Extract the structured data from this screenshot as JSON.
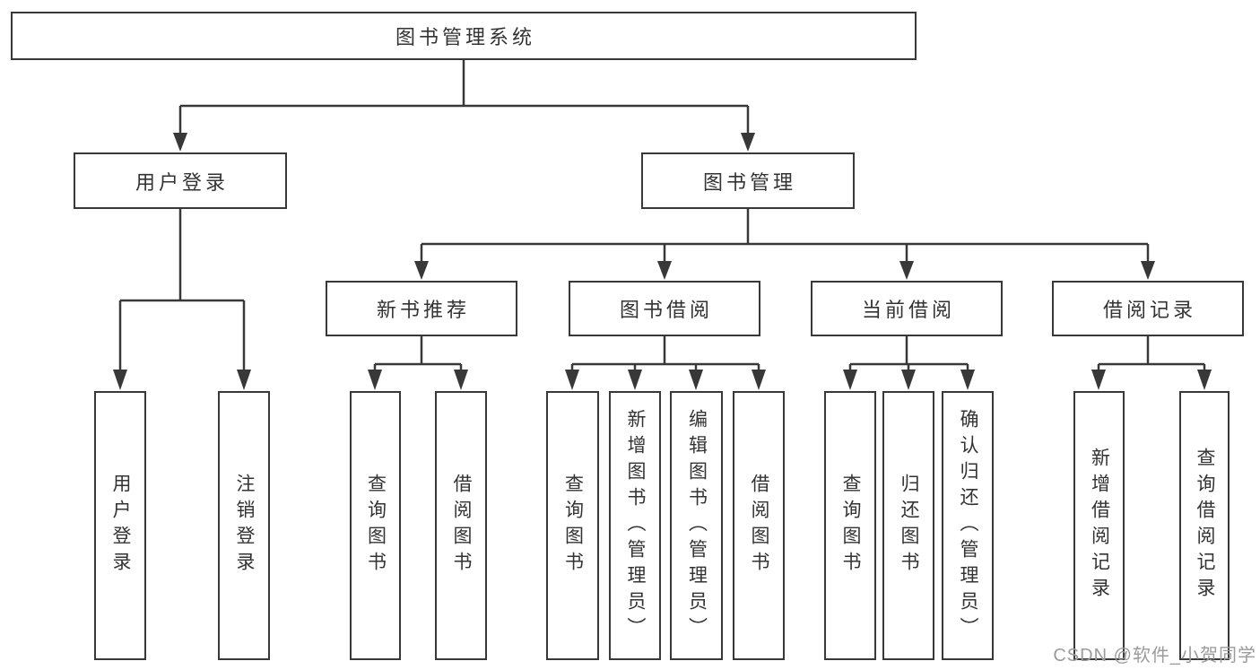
{
  "colors": {
    "line": "#383838",
    "box_border": "#383838",
    "text": "#333333",
    "watermark": "#9b9b9b",
    "background": "#ffffff"
  },
  "watermark": {
    "text": "CSDN @软件_小贺同学"
  },
  "diagram": {
    "root": {
      "label": "图书管理系统"
    },
    "level2": {
      "user_login": {
        "label": "用户登录"
      },
      "book_mgmt": {
        "label": "图书管理"
      }
    },
    "level3": {
      "new_book_rec": {
        "label": "新书推荐"
      },
      "book_borrow": {
        "label": "图书借阅"
      },
      "current_borrow": {
        "label": "当前借阅"
      },
      "borrow_records": {
        "label": "借阅记录"
      }
    },
    "leaves": {
      "user_login": {
        "label": "用户登录"
      },
      "logout": {
        "label": "注销登录"
      },
      "nb_query_books": {
        "label": "查询图书"
      },
      "nb_borrow_books": {
        "label": "借阅图书"
      },
      "bb_query_books": {
        "label": "查询图书"
      },
      "bb_add_books": {
        "label": "新增图书（管理员）"
      },
      "bb_edit_books": {
        "label": "编辑图书（管理员）"
      },
      "bb_borrow_books": {
        "label": "借阅图书"
      },
      "cb_query_books": {
        "label": "查询图书"
      },
      "cb_return_books": {
        "label": "归还图书"
      },
      "cb_confirm_return": {
        "label": "确认归还（管理员）"
      },
      "br_add_record": {
        "label": "新增借阅记录"
      },
      "br_query_record": {
        "label": "查询借阅记录"
      }
    }
  }
}
